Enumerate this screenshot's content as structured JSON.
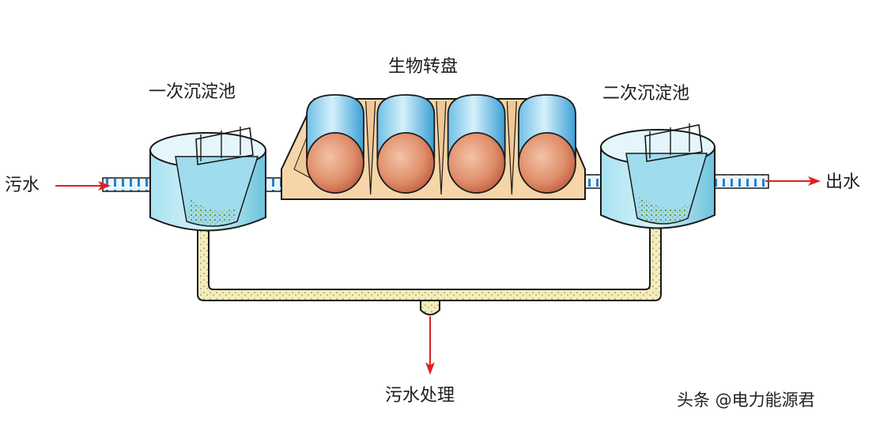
{
  "diagram": {
    "title": "生物转盘",
    "primary_tank_label": "一次沉淀池",
    "secondary_tank_label": "二次沉淀池",
    "inlet_label": "污水",
    "outlet_label": "出水",
    "sludge_label": "污水处理",
    "disc_count": 4
  },
  "watermark": "头条 @电力能源君",
  "colors": {
    "water_light": "#cfeef6",
    "water_mid": "#7fd0e4",
    "water_dark": "#2e9fc0",
    "tank_outline": "#1a1a1a",
    "trough_fill": "#f6d5a8",
    "disc_top": "#7cc8ec",
    "disc_body": "#d98a6a",
    "sludge_fill": "#f2ebb8",
    "arrow": "#e02020"
  }
}
